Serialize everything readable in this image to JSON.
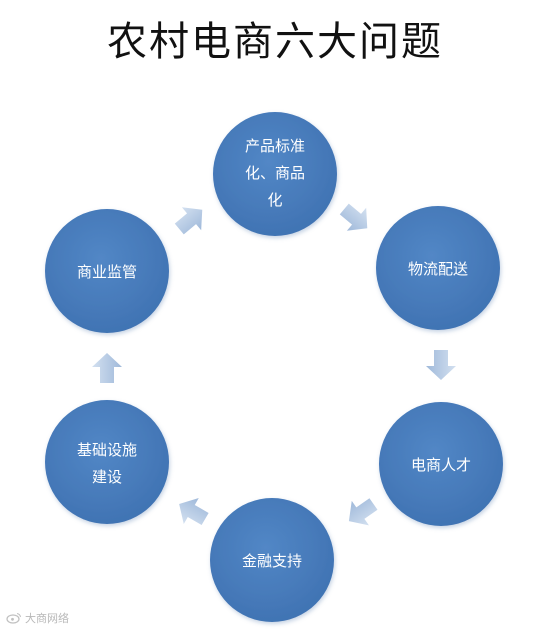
{
  "title": "农村电商六大问题",
  "nodes": [
    {
      "id": "product",
      "lines": [
        "产品标准",
        "化、商品",
        "化"
      ]
    },
    {
      "id": "logistics",
      "lines": [
        "物流配送"
      ]
    },
    {
      "id": "talent",
      "lines": [
        "电商人才"
      ]
    },
    {
      "id": "finance",
      "lines": [
        "金融支持"
      ]
    },
    {
      "id": "infrastructure",
      "lines": [
        "基础设施",
        "建设"
      ]
    },
    {
      "id": "regulation",
      "lines": [
        "商业监管"
      ]
    }
  ],
  "watermark": {
    "text": "大商网络"
  },
  "colors": {
    "circle_fill": "#4A7EBB",
    "circle_edge": "#3D6CA6",
    "arrow_light": "#C5D5EA",
    "arrow_dark": "#9CB6D8"
  }
}
